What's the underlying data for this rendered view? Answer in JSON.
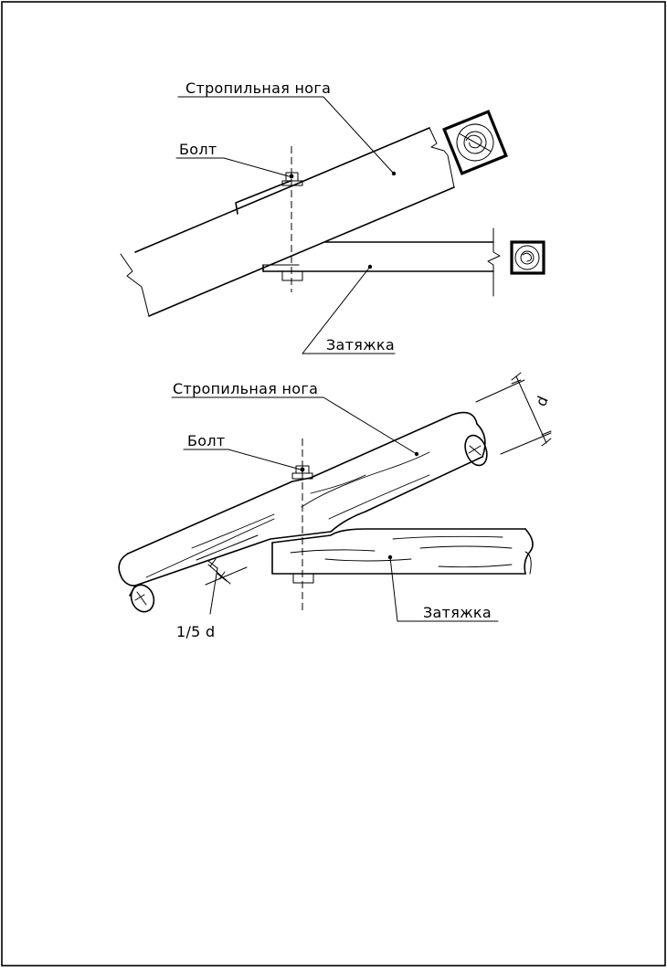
{
  "figure_top": {
    "labels": {
      "rafter": "Стропильная нога",
      "bolt": "Болт",
      "tie": "Затяжка"
    }
  },
  "figure_bottom": {
    "labels": {
      "rafter": "Стропильная нога",
      "bolt": "Болт",
      "tie": "Затяжка",
      "dimension_d": "d",
      "notch_depth": "1/5 d"
    }
  }
}
